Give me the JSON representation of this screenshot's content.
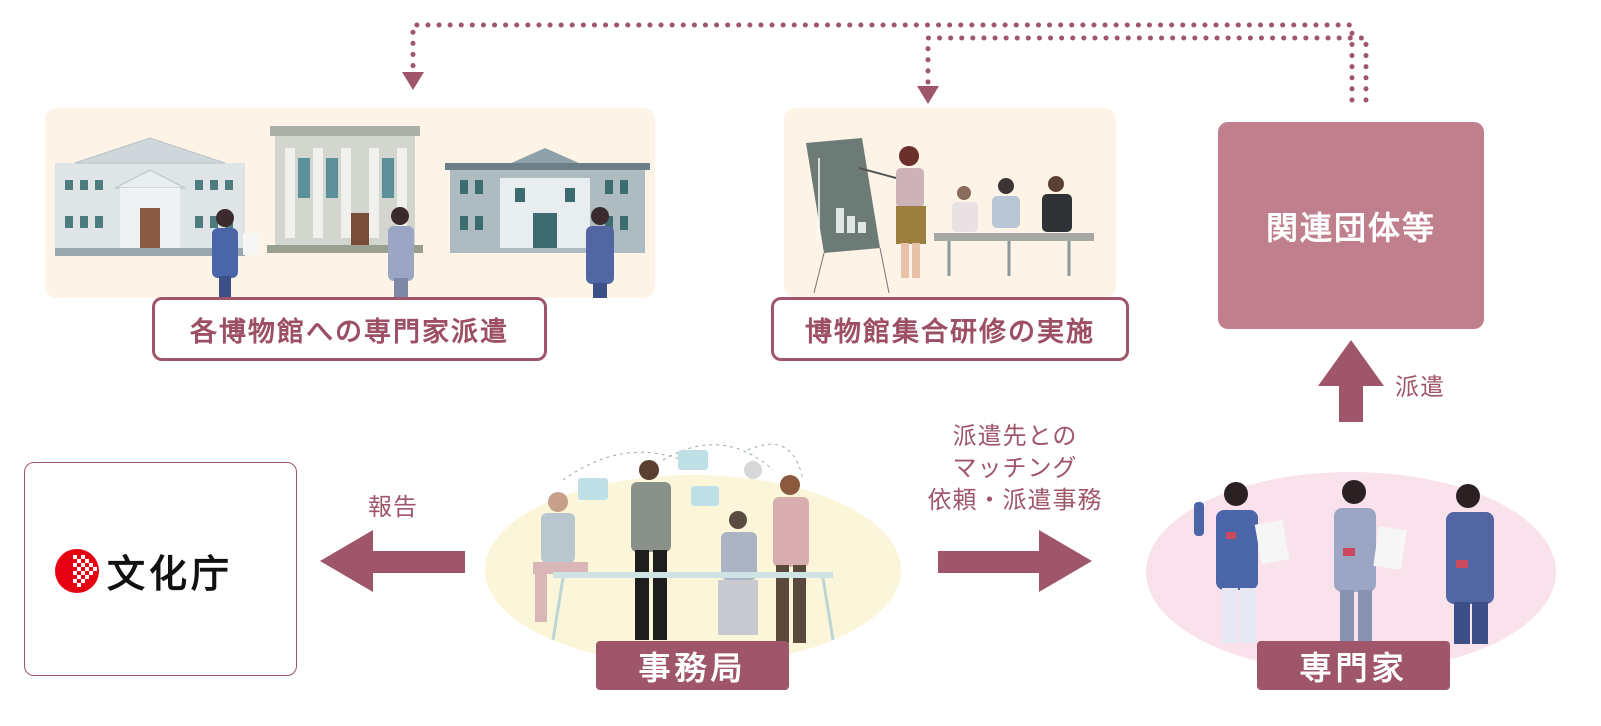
{
  "nodes": {
    "museum_dispatch": "各博物館への専門家派遣",
    "museum_training": "博物館集合研修の実施",
    "related_orgs": "関連団体等",
    "agency": "文化庁",
    "secretariat": "事務局",
    "experts": "専門家"
  },
  "edges": {
    "dispatch": "派遣",
    "report": "報告",
    "matching_lines": [
      "派遣先との",
      "マッチング",
      "依頼・派遣事務"
    ]
  },
  "colors": {
    "accent": "#a0566a",
    "org_box": "#c07f8c",
    "panel_bg": "#fdf3e6",
    "secretariat_bg": "#fbf6d9",
    "expert_bg": "#f9e2ec",
    "logo_red": "#e60012"
  },
  "icons": {
    "museum": "museum-building-icon",
    "training": "presentation-meeting-icon",
    "logo": "agency-logo-icon"
  }
}
